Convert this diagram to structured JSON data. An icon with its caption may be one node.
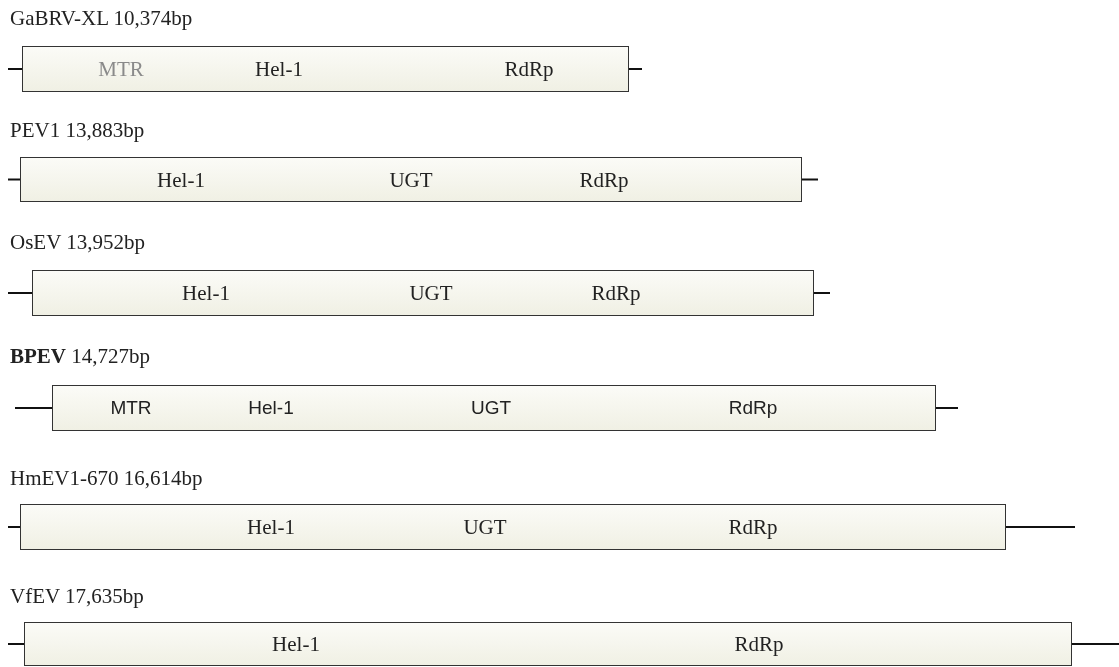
{
  "diagram": {
    "nodes": [
      {
        "text": [
          "GaBRV-XL 10,374bp",
          "MTR",
          "Hel-1",
          "RdRp"
        ]
      },
      {
        "text": [
          "PEV1 13,883bp",
          "Hel-1",
          "UGT",
          "RdRp"
        ]
      },
      {
        "text": [
          "OsEV 13,952bp",
          "Hel-1",
          "UGT",
          "RdRp"
        ]
      },
      {
        "text": [
          "**BPEV** 14,727bp",
          "MTR",
          "Hel-1",
          "UGT",
          "RdRp"
        ]
      },
      {
        "text": [
          "HmEV1-670 16,614bp",
          "Hel-1",
          "UGT",
          "RdRp"
        ]
      },
      {
        "text": [
          "VfEV 17,635bp",
          "Hel-1",
          "RdRp"
        ]
      }
    ]
  }
}
